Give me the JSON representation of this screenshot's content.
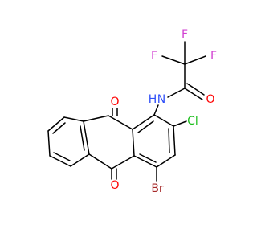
{
  "molecule": {
    "atoms": {
      "F1": "F",
      "F2": "F",
      "F3": "F",
      "O_amide": "O",
      "NH": "N",
      "H": "H",
      "Cl": "Cl",
      "O_top": "O",
      "O_bottom": "O",
      "Br": "Br"
    },
    "colors": {
      "F": "#d040d0",
      "O": "#ff0000",
      "N": "#3050f8",
      "Cl": "#1dbf1d",
      "Br": "#a62929",
      "C": "#000000"
    }
  }
}
